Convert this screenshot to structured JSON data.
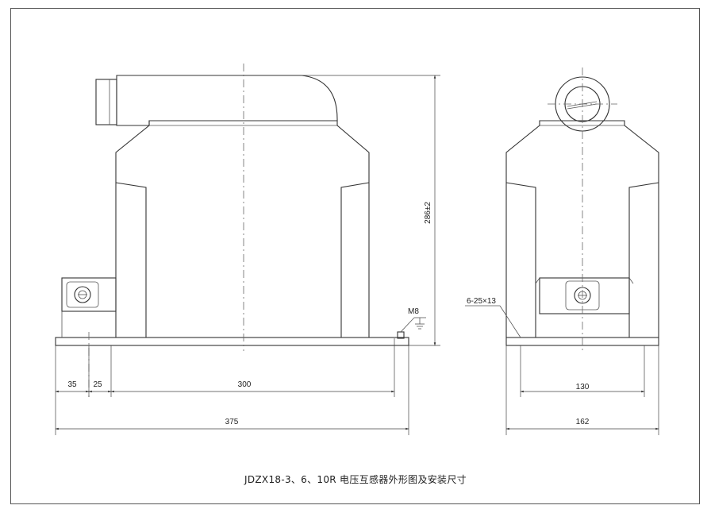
{
  "drawing": {
    "front_view": {
      "dim_height": "286±2",
      "dim_a": "35",
      "dim_b": "25",
      "dim_c": "300",
      "dim_total": "375",
      "ground_label": "M8"
    },
    "side_view": {
      "hole_label": "6-25×13",
      "dim_holes": "130",
      "dim_width": "162"
    },
    "caption": "JDZX18-3、6、10R 电压互感器外形图及安装尺寸"
  }
}
